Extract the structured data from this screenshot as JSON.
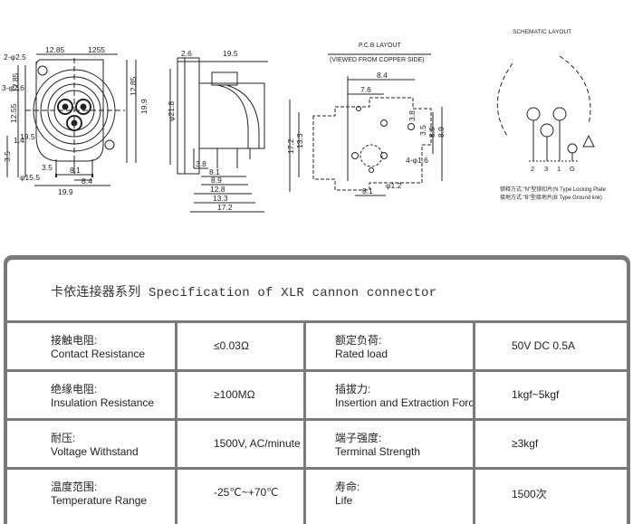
{
  "drawing": {
    "front_view": {
      "dims": [
        "2-φ2.5",
        "12.85",
        "1255",
        "12.85",
        "3-φ2.6",
        "12.55",
        "1.4",
        "3.5",
        "19.5",
        "8.1",
        "8.4",
        "3.5",
        "φ15.5",
        "19.9",
        "12.85",
        "19.9"
      ]
    },
    "side_view": {
      "dims": [
        "2.6",
        "19.5",
        "φ21.8",
        "3.8",
        "8.1",
        "8.9",
        "12.8",
        "13.3",
        "17.2"
      ]
    },
    "pcb_layout": {
      "title": "P.C.B LAYOUT",
      "subtitle": "(VIEWED FROM COPPER SIDE)",
      "dims": [
        "8.4",
        "7.6",
        "3.8",
        "3.5",
        "8.9",
        "17.2",
        "13.3",
        "8.9",
        "4-φ1.6",
        "8.1",
        "φ1.2"
      ]
    },
    "schematic": {
      "title": "SCHEMATIC LAYOUT",
      "pins": [
        "2",
        "3",
        "1",
        "G"
      ],
      "note_n": "锁释方式:\"N\"型锁扣片(N Type Locking Plate",
      "note_b": "接地方式:\"B\"型接地片(B Type Ground link)"
    }
  },
  "spec": {
    "title": "卡依连接器系列 Specification of XLR cannon connector",
    "rows": [
      {
        "label_zh": "接触电阻:",
        "label_en": "Contact Resistance",
        "value": "≤0.03Ω",
        "label2_zh": "额定负荷:",
        "label2_en": "Rated load",
        "value2": "50V DC 0.5A"
      },
      {
        "label_zh": "绝缘电阻:",
        "label_en": "Insulation Resistance",
        "value": "≥100MΩ",
        "label2_zh": "插拔力:",
        "label2_en": "Insertion and Extraction Force",
        "value2": "1kgf~5kgf"
      },
      {
        "label_zh": "耐压:",
        "label_en": "Voltage Withstand",
        "value": "1500V, AC/minute",
        "label2_zh": "端子强度:",
        "label2_en": "Terminal Strength",
        "value2": "≥3kgf"
      },
      {
        "label_zh": "温度范围:",
        "label_en": "Temperature Range",
        "value": "-25℃~+70℃",
        "label2_zh": "寿命:",
        "label2_en": "Life",
        "value2": "1500次"
      }
    ]
  }
}
